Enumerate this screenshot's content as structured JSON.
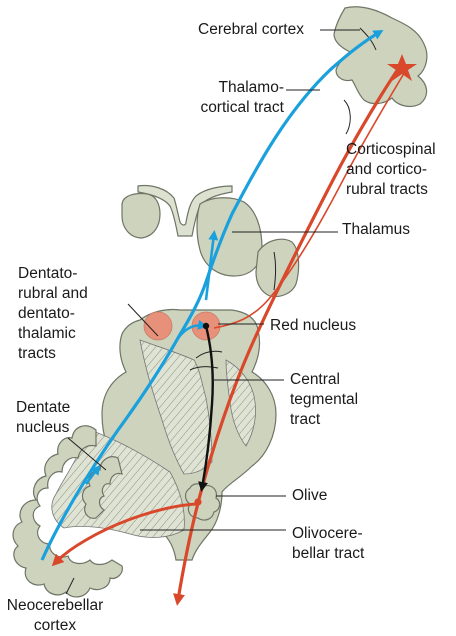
{
  "labels": {
    "cerebral_cortex": "Cerebral cortex",
    "thalamocortical_tract": "Thalamo-\ncortical tract",
    "corticospinal_tracts": "Corticospinal\nand cortico-\nrubral tracts",
    "thalamus": "Thalamus",
    "dentatorubral_tracts": "Dentato-\nrubral and\ndentato-\nthalamic\ntracts",
    "red_nucleus": "Red nucleus",
    "central_tegmental_tract": "Central\ntegmental\ntract",
    "dentate_nucleus": "Dentate\nnucleus",
    "olive": "Olive",
    "olivocerebellar_tract": "Olivocere-\nbellar tract",
    "neocerebellar_cortex": "Neocerebellar\ncortex"
  },
  "colors": {
    "blue_pathway": "#1aa0dc",
    "red_pathway": "#d9482b",
    "black_pathway": "#111111",
    "tissue": "#cdd3bd",
    "red_nucleus": "#e8917a"
  }
}
